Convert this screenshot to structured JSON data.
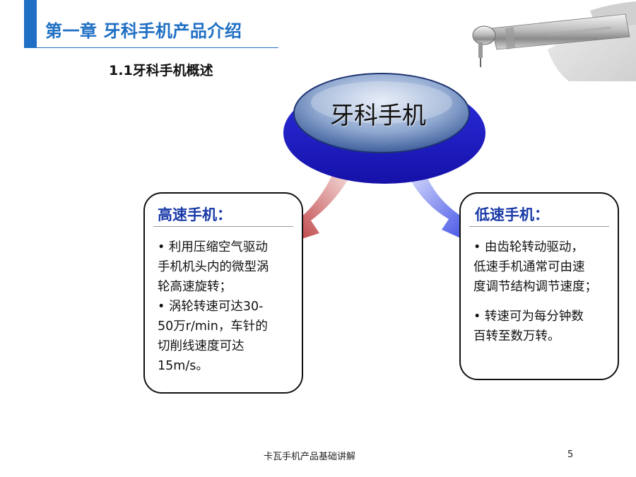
{
  "slide": {
    "chapter_title": "第一章 牙科手机产品介绍",
    "section_title": "1.1牙科手机概述",
    "center_label": "牙科手机",
    "left_box": {
      "heading": "高速手机：",
      "lines": [
        "• 利用压缩空气驱动",
        "手机机头内的微型涡",
        "轮高速旋转；",
        "• 涡轮转速可达30-",
        "50万r/min，车针的",
        "切削线速度可达",
        "15m/s。"
      ]
    },
    "right_box": {
      "heading": "低速手机：",
      "lines": [
        "• 由齿轮转动驱动，",
        "低速手机通常可由速",
        "度调节结构调节速度；"
      ],
      "lines2": [
        "• 转速可为每分钟数",
        "百转至数万转。"
      ]
    },
    "footer_text": "卡瓦手机产品基础讲解",
    "page_number": "5",
    "colors": {
      "accent": "#1f6fc4",
      "heading_blue": "#1a3aa8",
      "left_arrow": "#c0393b",
      "right_arrow": "#3a49e6"
    },
    "icons": [
      "dental-handpiece-icon"
    ]
  }
}
